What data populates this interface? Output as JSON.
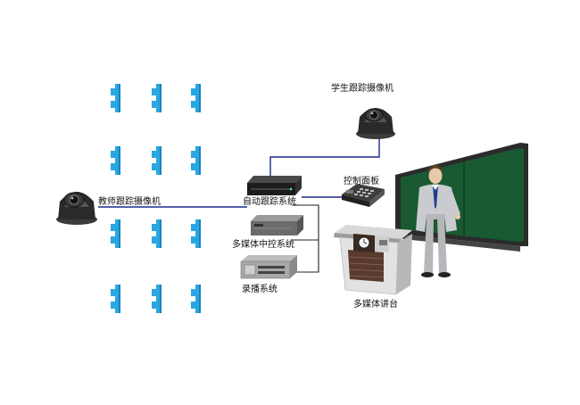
{
  "labels": {
    "teacher_camera": "教师跟踪摄像机",
    "student_camera": "学生跟踪摄像机",
    "auto_tracking": "自动跟踪系统",
    "control_panel": "控制面板",
    "multimedia_control": "多媒体中控系统",
    "recording": "录播系统",
    "podium": "多媒体讲台"
  },
  "colors": {
    "seat": "#2aa7e0",
    "seat_dark": "#1583bf",
    "wire": "#1a2a8c",
    "wire_black": "#222222",
    "board": "#1a5a32",
    "board_frame": "#2b2b2b"
  },
  "icons": {
    "camera": "ptz-camera-icon",
    "server": "rack-server-icon",
    "phone": "control-panel-icon",
    "podium": "podium-icon",
    "teacher": "teacher-figure",
    "board": "blackboard-icon"
  }
}
